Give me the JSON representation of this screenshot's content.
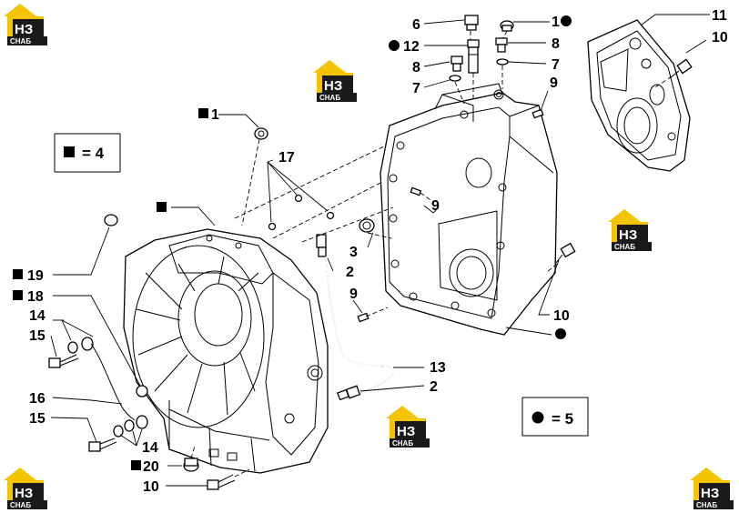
{
  "watermark": {
    "brand_letters": "НЗ",
    "brand_subtitle": "СНАБ",
    "colors": {
      "roof": "#f5c400",
      "box": "#1a1a1a",
      "text": "#ffffff"
    }
  },
  "legend": {
    "square_symbol": "■",
    "circle_symbol": "●",
    "square_text": "= 4",
    "circle_text": "= 5"
  },
  "callouts": {
    "c6": "6",
    "c12": "12",
    "c8a": "8",
    "c7a": "7",
    "c1top": "1",
    "c8b": "8",
    "c7b": "7",
    "c9a": "9",
    "c11": "11",
    "c10a": "10",
    "c1": "1",
    "c17": "17",
    "c9b": "9",
    "c3": "3",
    "c2a": "2",
    "c9c": "9",
    "c10b": "10",
    "c19": "19",
    "c18": "18",
    "c14a": "14",
    "c15a": "15",
    "c16": "16",
    "c15b": "15",
    "c14b": "14",
    "c13": "13",
    "c2b": "2",
    "c20": "20",
    "c10c": "10"
  }
}
